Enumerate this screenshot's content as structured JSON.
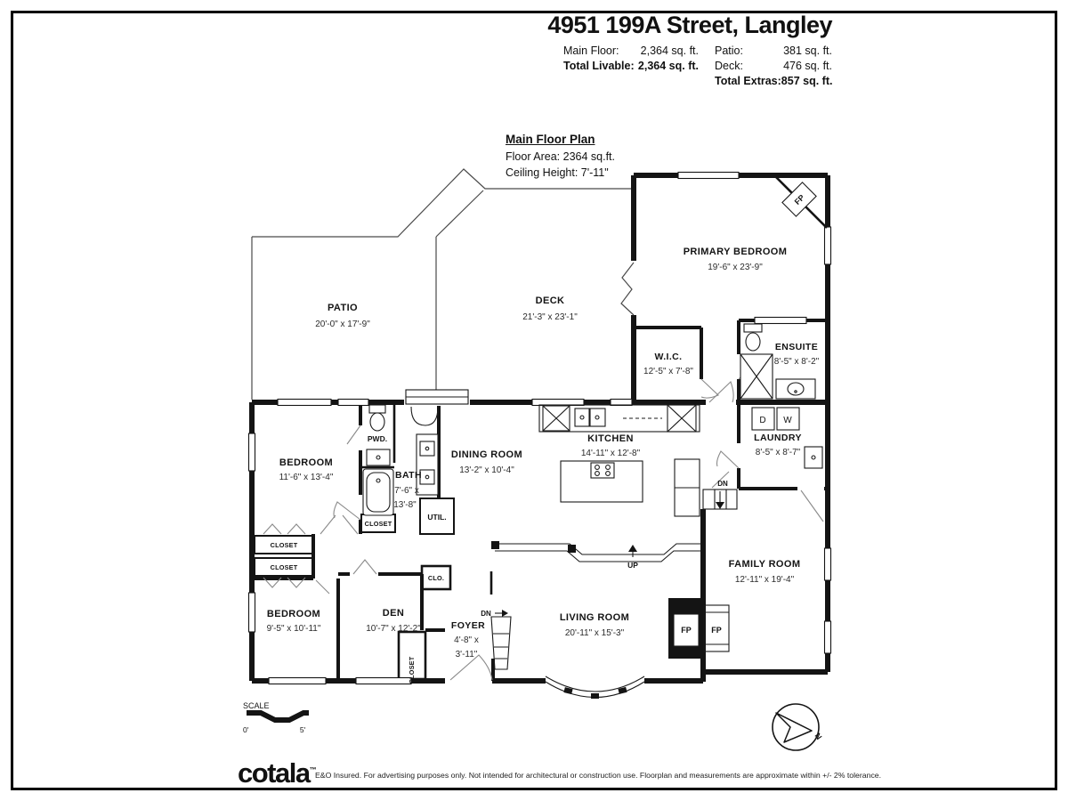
{
  "header": {
    "title": "4951 199A Street, Langley",
    "main_floor_label": "Main Floor:",
    "main_floor_value": "2,364 sq. ft.",
    "total_livable_label": "Total Livable:",
    "total_livable_value": "2,364 sq. ft.",
    "patio_label": "Patio:",
    "patio_value": "381 sq. ft.",
    "deck_label": "Deck:",
    "deck_value": "476 sq. ft.",
    "total_extras_label": "Total Extras:",
    "total_extras_value": "857 sq. ft."
  },
  "plan_info": {
    "title": "Main Floor Plan",
    "floor_area": "Floor Area: 2364 sq.ft.",
    "ceiling_height": "Ceiling Height: 7'-11\""
  },
  "rooms": {
    "patio": {
      "name": "PATIO",
      "dims": "20'-0\" x 17'-9\""
    },
    "deck": {
      "name": "DECK",
      "dims": "21'-3\" x 23'-1\""
    },
    "primary_bedroom": {
      "name": "PRIMARY BEDROOM",
      "dims": "19'-6\" x 23'-9\""
    },
    "wic": {
      "name": "W.I.C.",
      "dims": "12'-5\" x 7'-8\""
    },
    "ensuite": {
      "name": "ENSUITE",
      "dims": "8'-5\" x 8'-2\""
    },
    "laundry": {
      "name": "LAUNDRY",
      "dims": "8'-5\" x 8'-7\""
    },
    "kitchen": {
      "name": "KITCHEN",
      "dims": "14'-11\" x 12'-8\""
    },
    "dining": {
      "name": "DINING ROOM",
      "dims": "13'-2\" x 10'-4\""
    },
    "bath": {
      "name": "BATH",
      "dims1": "7'-6\" x",
      "dims2": "13'-8\""
    },
    "bedroom1": {
      "name": "BEDROOM",
      "dims": "11'-6\" x 13'-4\""
    },
    "bedroom2": {
      "name": "BEDROOM",
      "dims": "9'-5\" x 10'-11\""
    },
    "den": {
      "name": "DEN",
      "dims": "10'-7\" x 12'-2\""
    },
    "foyer": {
      "name": "FOYER",
      "dims1": "4'-8\" x",
      "dims2": "3'-11\""
    },
    "living": {
      "name": "LIVING ROOM",
      "dims": "20'-11\" x 15'-3\""
    },
    "family": {
      "name": "FAMILY ROOM",
      "dims": "12'-11\" x 19'-4\""
    }
  },
  "labels": {
    "pwd": "PWD.",
    "util": "UTIL.",
    "clo": "CLO.",
    "closet": "CLOSET",
    "fp": "FP",
    "d": "D",
    "w": "W",
    "up": "UP",
    "dn": "DN"
  },
  "compass": {
    "north": "N"
  },
  "scale": {
    "label": "SCALE",
    "start": "0'",
    "end": "5'"
  },
  "footer": {
    "brand": "cotala",
    "tm": "™",
    "disclaimer": "E&O Insured. For advertising purposes only. Not intended for architectural or construction use. Floorplan and measurements are approximate within +/- 2% tolerance."
  }
}
